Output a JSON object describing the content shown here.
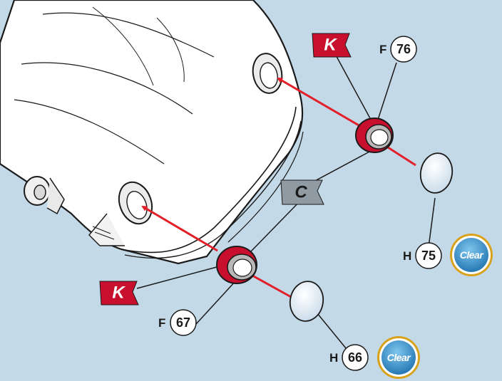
{
  "colors": {
    "background": "#c4d9e8",
    "car_body": "#ffffff",
    "bezel_red": "#c8102e",
    "arrow_red": "#e3202a",
    "clear_badge_blue": "#2a8fc8",
    "clear_badge_ring": "#d9a21b",
    "lens": "#e2ecf5"
  },
  "paint_flags": {
    "upper": "K",
    "lower": "K",
    "center": "C"
  },
  "parts": {
    "upper_bezel": {
      "letter": "F",
      "number": "76"
    },
    "upper_lens": {
      "letter": "H",
      "number": "75"
    },
    "lower_bezel": {
      "letter": "F",
      "number": "67"
    },
    "lower_lens": {
      "letter": "H",
      "number": "66"
    }
  },
  "badges": {
    "upper": "Clear",
    "lower": "Clear"
  },
  "icons": {
    "flag": "paint-flag-icon",
    "badge": "clear-paint-badge-icon",
    "arrow": "assembly-arrow-icon"
  }
}
